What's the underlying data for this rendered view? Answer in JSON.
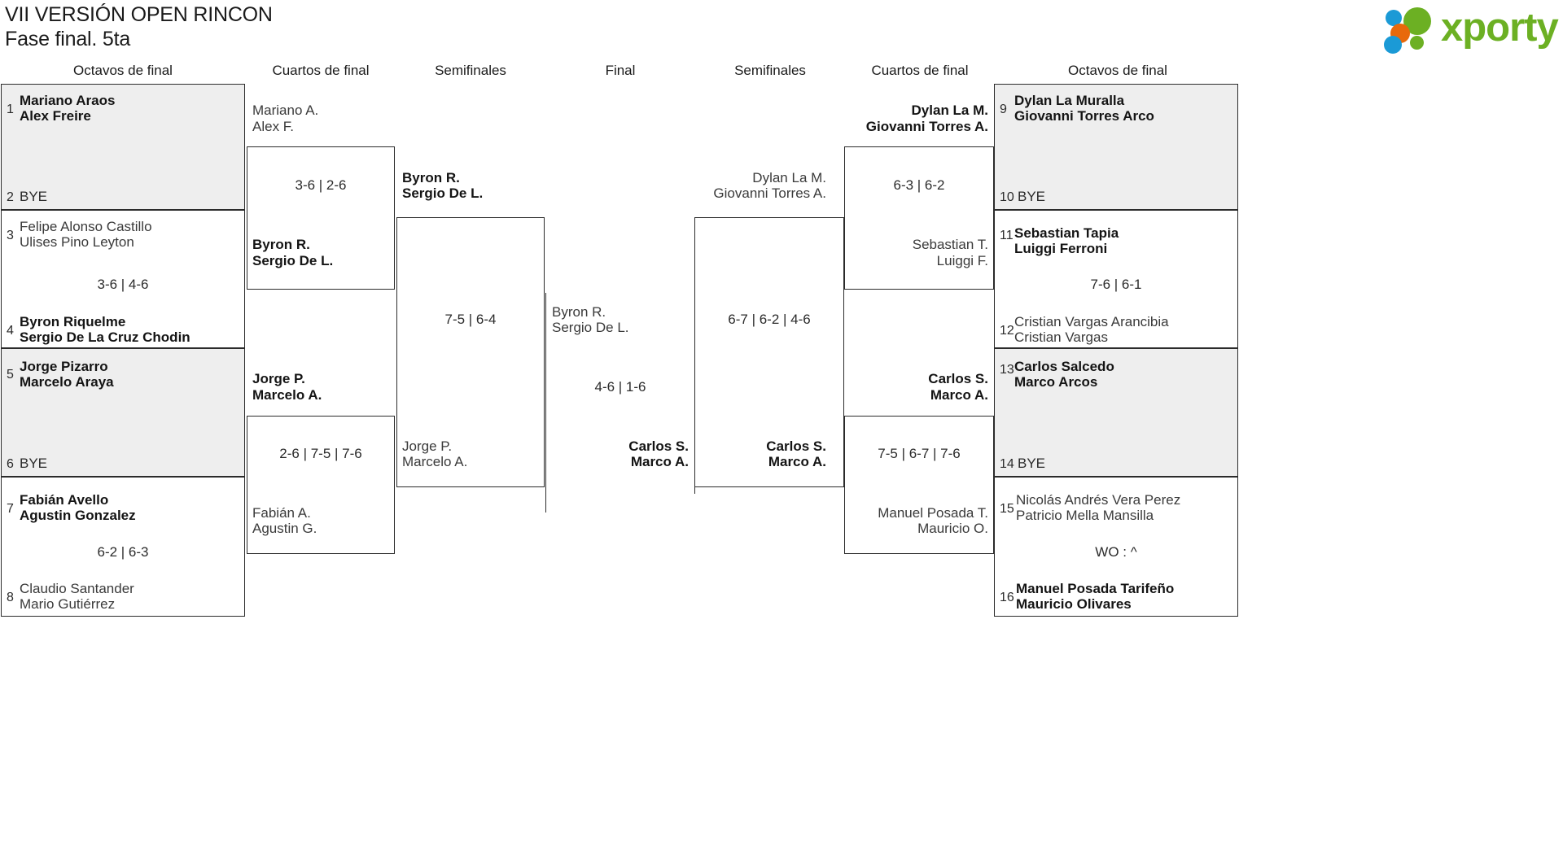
{
  "header": {
    "title": "VII VERSIÓN OPEN RINCON",
    "subtitle": "Fase final. 5ta"
  },
  "logo": {
    "word": "xporty",
    "colors": {
      "green": "#6cb023",
      "orange": "#e8690b",
      "blue": "#1b9ad6"
    }
  },
  "round_headers": {
    "left_r16": "Octavos de final",
    "left_qf": "Cuartos de final",
    "left_sf": "Semifinales",
    "final": "Final",
    "right_sf": "Semifinales",
    "right_qf": "Cuartos de final",
    "right_r16": "Octavos de final"
  },
  "bracket": {
    "left_r16": [
      {
        "seed_top": "1",
        "top_line1": "Mariano Araos",
        "top_line2": "Alex Freire",
        "top_result": "win",
        "seed_bottom": "2",
        "bottom_line1": "BYE",
        "bottom_line2": "",
        "bottom_result": "bye",
        "score": ""
      },
      {
        "seed_top": "3",
        "top_line1": "Felipe Alonso Castillo",
        "top_line2": "Ulises Pino Leyton",
        "top_result": "lose",
        "seed_bottom": "4",
        "bottom_line1": "Byron Riquelme",
        "bottom_line2": "Sergio De La Cruz Chodin",
        "bottom_result": "win",
        "score": "3-6 | 4-6"
      },
      {
        "seed_top": "5",
        "top_line1": "Jorge Pizarro",
        "top_line2": "Marcelo Araya",
        "top_result": "win",
        "seed_bottom": "6",
        "bottom_line1": "BYE",
        "bottom_line2": "",
        "bottom_result": "bye",
        "score": ""
      },
      {
        "seed_top": "7",
        "top_line1": "Fabián Avello",
        "top_line2": "Agustin Gonzalez",
        "top_result": "win",
        "seed_bottom": "8",
        "bottom_line1": "Claudio Santander",
        "bottom_line2": "Mario Gutiérrez",
        "bottom_result": "lose",
        "score": "6-2 | 6-3"
      }
    ],
    "left_qf": [
      {
        "top_line1": "Mariano A.",
        "top_line2": "Alex F.",
        "top_result": "lose",
        "bottom_line1": "Byron R.",
        "bottom_line2": "Sergio De L.",
        "bottom_result": "win",
        "score": "3-6 | 2-6"
      },
      {
        "top_line1": "Jorge P.",
        "top_line2": "Marcelo A.",
        "top_result": "win",
        "bottom_line1": "Fabián A.",
        "bottom_line2": "Agustin G.",
        "bottom_result": "lose",
        "score": "2-6 | 7-5 | 7-6"
      }
    ],
    "left_sf": [
      {
        "top_line1": "Byron R.",
        "top_line2": "Sergio De L.",
        "top_result": "win",
        "bottom_line1": "Jorge P.",
        "bottom_line2": "Marcelo A.",
        "bottom_result": "lose",
        "score": "7-5 | 6-4"
      }
    ],
    "final": {
      "top_line1": "Byron R.",
      "top_line2": "Sergio De L.",
      "top_result": "lose",
      "bottom_line1": "Carlos S.",
      "bottom_line2": "Marco A.",
      "bottom_result": "win",
      "score": "4-6 | 1-6"
    },
    "right_sf": [
      {
        "top_line1": "Dylan La M.",
        "top_line2": "Giovanni Torres A.",
        "top_result": "lose",
        "bottom_line1": "Carlos S.",
        "bottom_line2": "Marco A.",
        "bottom_result": "win",
        "score": "6-7 | 6-2 | 4-6"
      }
    ],
    "right_qf": [
      {
        "top_line1": "Dylan La M.",
        "top_line2": "Giovanni Torres A.",
        "top_result": "win",
        "bottom_line1": "Sebastian T.",
        "bottom_line2": "Luiggi F.",
        "bottom_result": "lose",
        "score": "6-3 | 6-2"
      },
      {
        "top_line1": "Carlos S.",
        "top_line2": "Marco A.",
        "top_result": "win",
        "bottom_line1": "Manuel Posada T.",
        "bottom_line2": "Mauricio O.",
        "bottom_result": "lose",
        "score": "7-5 | 6-7 | 7-6"
      }
    ],
    "right_r16": [
      {
        "seed_top": "9",
        "top_line1": "Dylan La Muralla",
        "top_line2": "Giovanni Torres Arco",
        "top_result": "win",
        "seed_bottom": "10",
        "bottom_line1": "BYE",
        "bottom_line2": "",
        "bottom_result": "bye",
        "score": ""
      },
      {
        "seed_top": "11",
        "top_line1": "Sebastian Tapia",
        "top_line2": "Luiggi Ferroni",
        "top_result": "win",
        "seed_bottom": "12",
        "bottom_line1": "Cristian Vargas Arancibia",
        "bottom_line2": "Cristian Vargas",
        "bottom_result": "lose",
        "score": "7-6 | 6-1"
      },
      {
        "seed_top": "13",
        "top_line1": "Carlos Salcedo",
        "top_line2": "Marco Arcos",
        "top_result": "win",
        "seed_bottom": "14",
        "bottom_line1": "BYE",
        "bottom_line2": "",
        "bottom_result": "bye",
        "score": ""
      },
      {
        "seed_top": "15",
        "top_line1": "Nicolás Andrés Vera Perez",
        "top_line2": "Patricio Mella Mansilla",
        "top_result": "lose",
        "seed_bottom": "16",
        "bottom_line1": "Manuel Posada Tarifeño",
        "bottom_line2": "Mauricio Olivares",
        "bottom_result": "win",
        "score": "WO : ^"
      }
    ]
  }
}
